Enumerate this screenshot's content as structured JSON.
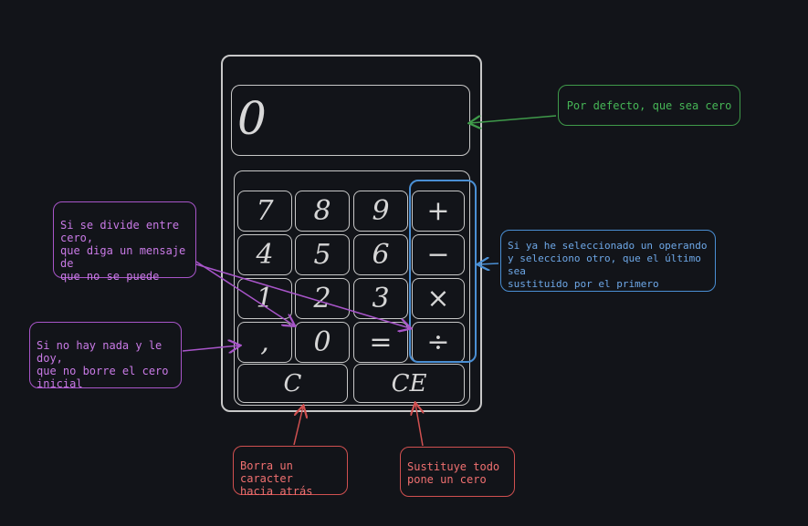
{
  "calculator": {
    "display_value": "0",
    "keys": {
      "k7": "7",
      "k8": "8",
      "k9": "9",
      "plus": "+",
      "k4": "4",
      "k5": "5",
      "k6": "6",
      "minus": "−",
      "k1": "1",
      "k2": "2",
      "k3": "3",
      "multiply": "×",
      "comma": ",",
      "k0": "0",
      "equals": "=",
      "divide": "÷",
      "clear": "C",
      "clear_entry": "CE"
    }
  },
  "notes": {
    "display_default": "Por defecto, que sea cero",
    "operator_replace": "Si ya he seleccionado un operando\ny selecciono otro, que el último sea\nsustituido por el primero",
    "divide_by_zero": "Si se divide entre cero,\nque diga un mensaje de\nque no se puede",
    "comma_initial_zero": "Si no hay nada y le doy,\nque no borre el cero\ninicial",
    "backspace": "Borra un caracter\nhacia atrás",
    "clear_all": "Sustituye todo\npone un cero"
  },
  "colors": {
    "background": "#121419",
    "calculator_stroke": "#c8c8c8",
    "green_note": "#46b656",
    "blue_note": "#4a8fd4",
    "purple_note": "#c97ae6",
    "red_note": "#f07070"
  }
}
